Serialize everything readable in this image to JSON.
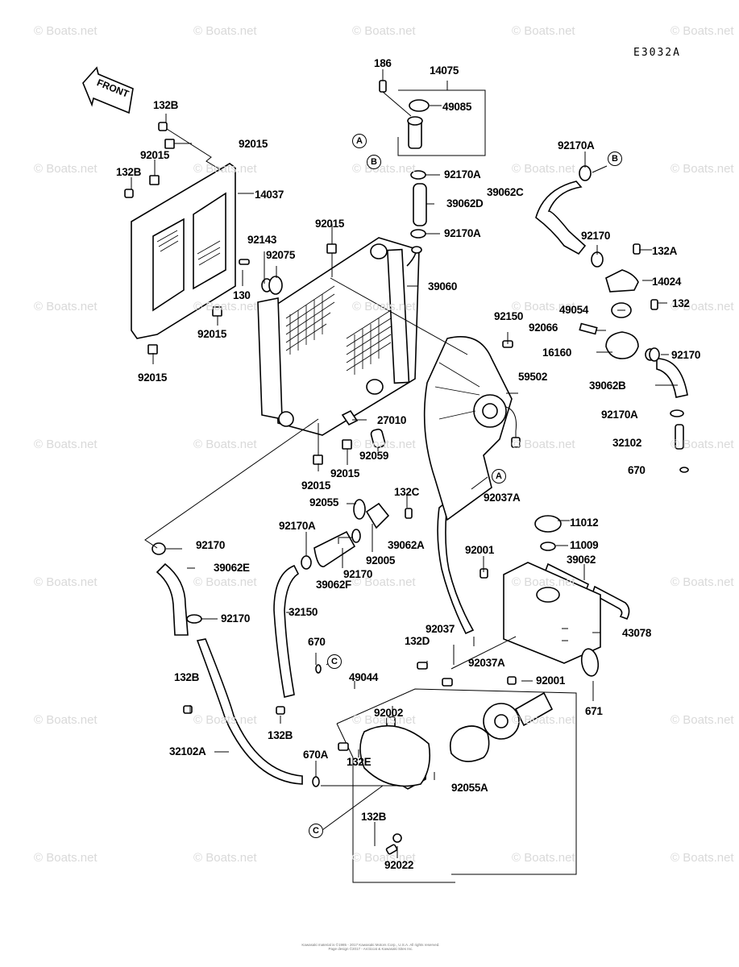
{
  "diagram": {
    "code": "E3032A",
    "front_arrow_label": "FRONT",
    "watermark": "© Boats.net",
    "copyright": [
      "Kawasaki material is ©1985 - 2017 Kawasaki Motors Corp., U.S.A. All rights reserved.",
      "Page design ©2017 - Arcticcat & Kawasaki Sites Inc."
    ],
    "reference_markers": [
      "A",
      "B",
      "C"
    ],
    "parts": [
      {
        "label": "186"
      },
      {
        "label": "14075"
      },
      {
        "label": "49085"
      },
      {
        "label": "132B"
      },
      {
        "label": "92015"
      },
      {
        "label": "92015"
      },
      {
        "label": "132B"
      },
      {
        "label": "14037"
      },
      {
        "label": "92170A"
      },
      {
        "label": "39062D"
      },
      {
        "label": "92170A"
      },
      {
        "label": "92170A"
      },
      {
        "label": "39062C"
      },
      {
        "label": "92170"
      },
      {
        "label": "132A"
      },
      {
        "label": "14024"
      },
      {
        "label": "92015"
      },
      {
        "label": "92143"
      },
      {
        "label": "92075"
      },
      {
        "label": "130"
      },
      {
        "label": "39060"
      },
      {
        "label": "49054"
      },
      {
        "label": "132"
      },
      {
        "label": "92150"
      },
      {
        "label": "92066"
      },
      {
        "label": "16160"
      },
      {
        "label": "92170"
      },
      {
        "label": "92015"
      },
      {
        "label": "92015"
      },
      {
        "label": "59502"
      },
      {
        "label": "39062B"
      },
      {
        "label": "92170A"
      },
      {
        "label": "27010"
      },
      {
        "label": "32102"
      },
      {
        "label": "92059"
      },
      {
        "label": "92015"
      },
      {
        "label": "92015"
      },
      {
        "label": "670"
      },
      {
        "label": "92037A"
      },
      {
        "label": "92055"
      },
      {
        "label": "132C"
      },
      {
        "label": "11012"
      },
      {
        "label": "92170"
      },
      {
        "label": "92170A"
      },
      {
        "label": "39062A"
      },
      {
        "label": "11009"
      },
      {
        "label": "92005"
      },
      {
        "label": "92001"
      },
      {
        "label": "39062"
      },
      {
        "label": "39062E"
      },
      {
        "label": "92170"
      },
      {
        "label": "39062F"
      },
      {
        "label": "92170"
      },
      {
        "label": "32150"
      },
      {
        "label": "92037"
      },
      {
        "label": "43078"
      },
      {
        "label": "132D"
      },
      {
        "label": "670"
      },
      {
        "label": "92037A"
      },
      {
        "label": "132B"
      },
      {
        "label": "49044"
      },
      {
        "label": "92001"
      },
      {
        "label": "671"
      },
      {
        "label": "92002"
      },
      {
        "label": "132B"
      },
      {
        "label": "32102A"
      },
      {
        "label": "670A"
      },
      {
        "label": "132E"
      },
      {
        "label": "92055A"
      },
      {
        "label": "132B"
      },
      {
        "label": "92022"
      }
    ]
  }
}
